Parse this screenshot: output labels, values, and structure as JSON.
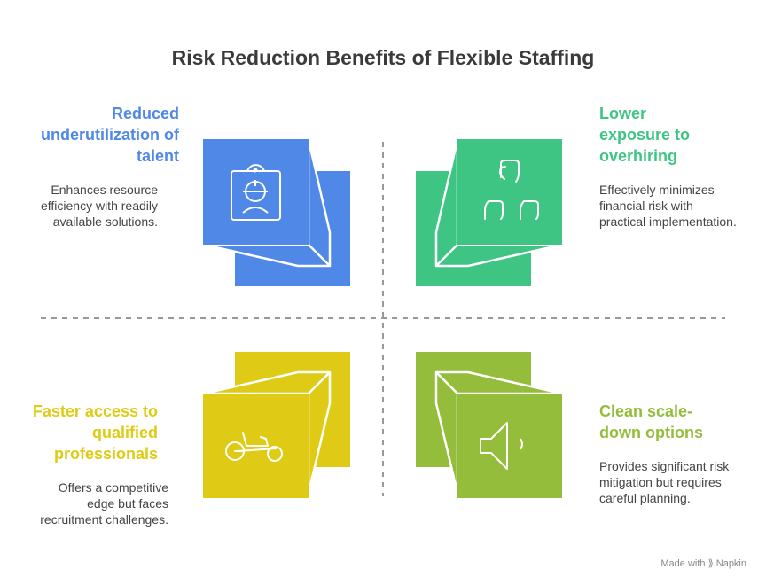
{
  "title": "Risk Reduction Benefits of Flexible Staffing",
  "colors": {
    "blue": "#4F88E6",
    "green": "#3EC584",
    "yellow": "#DFCB16",
    "olive": "#93BD3A"
  },
  "quadrants": [
    {
      "heading": "Reduced underutilization of talent",
      "description": "Enhances resource efficiency with readily available solutions.",
      "icon": "worker-badge-icon"
    },
    {
      "heading": "Lower exposure to overhiring",
      "description": "Effectively minimizes financial risk with practical implementation.",
      "icon": "raised-fists-icon"
    },
    {
      "heading": "Faster access to qualified professionals",
      "description": "Offers a competitive edge but faces recruitment challenges.",
      "icon": "recumbent-bike-icon"
    },
    {
      "heading": "Clean scale-down options",
      "description": "Provides significant risk mitigation but requires careful planning.",
      "icon": "speaker-low-volume-icon"
    }
  ],
  "footer": "Made with ⟫ Napkin"
}
